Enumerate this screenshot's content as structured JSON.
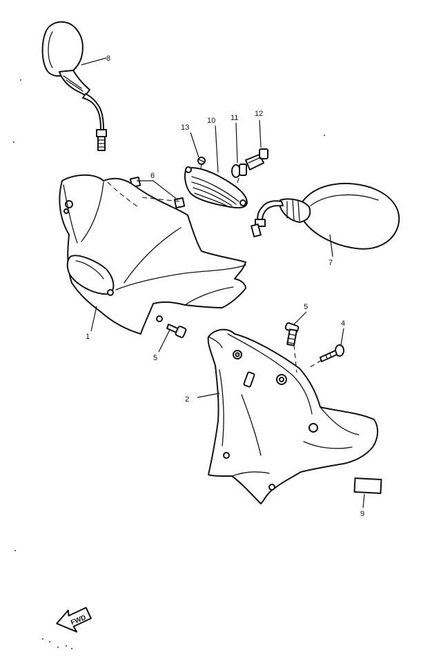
{
  "diagram": {
    "callouts": [
      {
        "id": "c1",
        "label": "1"
      },
      {
        "id": "c2",
        "label": "2"
      },
      {
        "id": "c4",
        "label": "4"
      },
      {
        "id": "c5a",
        "label": "5"
      },
      {
        "id": "c5b",
        "label": "5"
      },
      {
        "id": "c6",
        "label": "6"
      },
      {
        "id": "c7",
        "label": "7"
      },
      {
        "id": "c8",
        "label": "8"
      },
      {
        "id": "c9",
        "label": "9"
      },
      {
        "id": "c10",
        "label": "10"
      },
      {
        "id": "c11",
        "label": "11"
      },
      {
        "id": "c12",
        "label": "12"
      },
      {
        "id": "c13",
        "label": "13"
      }
    ],
    "direction_arrow": {
      "label": "FWD",
      "icon": "fwd-arrow-icon"
    },
    "colors": {
      "line": "#111111",
      "background": "#ffffff"
    }
  }
}
